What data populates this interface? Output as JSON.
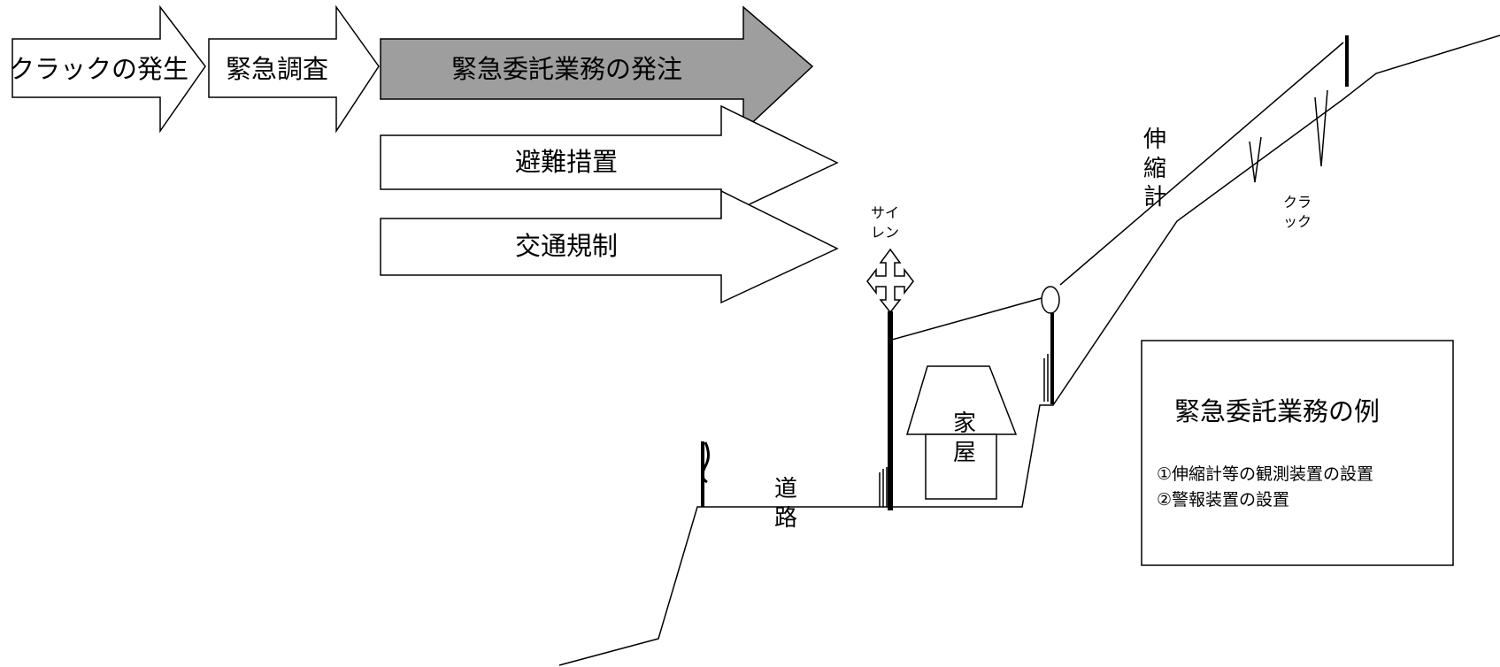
{
  "flow": {
    "step1": "クラックの発生",
    "step2": "緊急調査",
    "step3": "緊急委託業務の発注",
    "step4": "避難措置",
    "step5": "交通規制"
  },
  "labels": {
    "siren": "サイレン",
    "extensometer": "伸縮計",
    "crack": "クラック",
    "road": "道路",
    "house": "家屋"
  },
  "legend": {
    "title": "緊急委託業務の例",
    "items": [
      "①伸縮計等の観測装置の設置",
      "②警報装置の設置"
    ]
  },
  "colors": {
    "highlight_fill": "#9e9e9e",
    "line": "#000000",
    "arrow_fill": "#ffffff"
  }
}
